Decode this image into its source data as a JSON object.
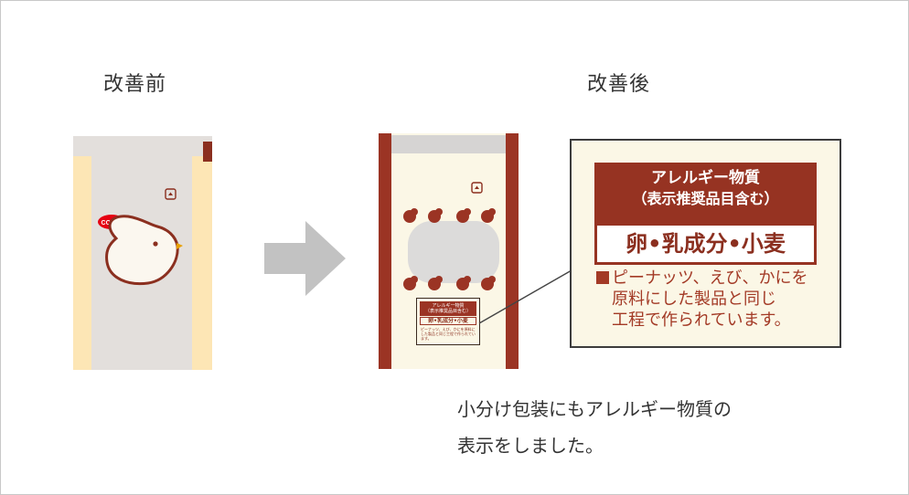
{
  "headings": {
    "before": "改善前",
    "after": "改善後"
  },
  "before_package": {
    "brand_logo": "CO-OP",
    "mascot": "chick-icon",
    "symbol": "recycle-mark-icon"
  },
  "after_package": {
    "symbol": "recycle-mark-icon",
    "chick_row": "chick-icon"
  },
  "allergy_label": {
    "title": "アレルギー物質",
    "subtitle": "（表示推奨品目含む）",
    "allergens": "卵•乳成分•小麦",
    "note_line1": "ピーナッツ、えび、かにを",
    "note_line2": "原料にした製品と同じ",
    "note_line3": "工程で作られています。"
  },
  "caption": {
    "line1": "小分け包装にもアレルギー物質の",
    "line2": "表示をしました。"
  },
  "colors": {
    "brand_red": "#963322",
    "cream": "#fbf7e6",
    "wrapper_gray": "#e3dfdc",
    "wrapper_yellow": "#fde6b5",
    "arrow_gray": "#c2c2c2",
    "coop_red": "#e60012"
  }
}
